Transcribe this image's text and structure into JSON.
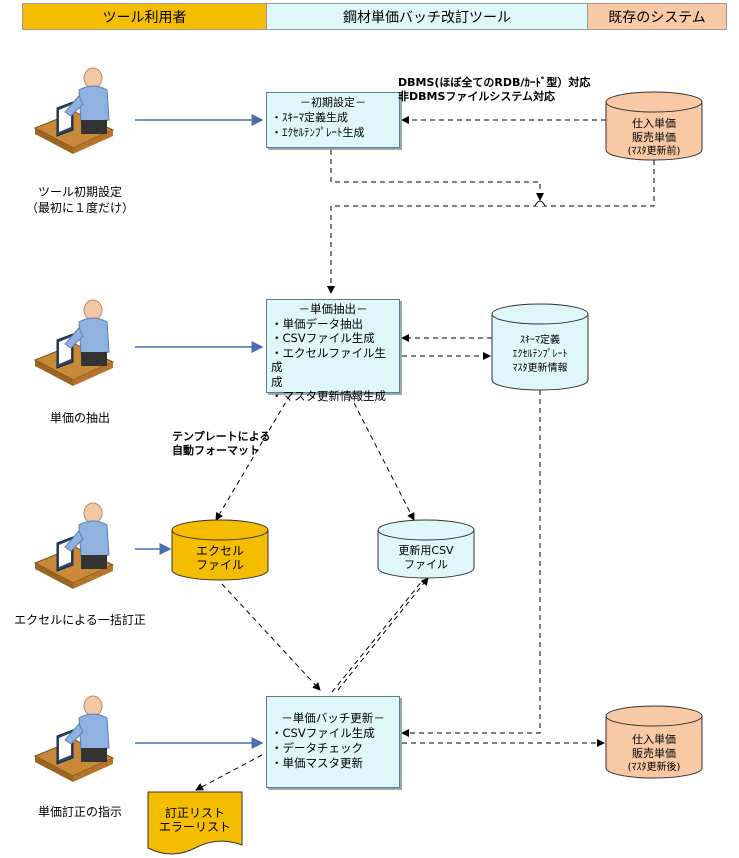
{
  "header": {
    "user": "ツール利用者",
    "tool": "鋼材単価バッチ改訂ツール",
    "system": "既存のシステム"
  },
  "actors": [
    {
      "label_lines": [
        "ツール初期設定",
        "（最初に１度だけ）"
      ]
    },
    {
      "label_lines": [
        "単価の抽出"
      ]
    },
    {
      "label_lines": [
        "エクセルによる一括訂正"
      ]
    },
    {
      "label_lines": [
        "単価訂正の指示"
      ]
    }
  ],
  "process_boxes": {
    "init": {
      "title": "－初期設定－",
      "items": [
        "・ｽｷｰﾏ定義生成",
        "・ｴｸｾﾙﾃﾝﾌﾟﾚｰﾄ生成"
      ]
    },
    "extract": {
      "title": "－単価抽出－",
      "items": [
        "・単価データ抽出",
        "・CSVファイル生成",
        "・エクセルファイル生成",
        "成",
        "・マスタ更新情報生成"
      ]
    },
    "batch": {
      "title": "－単価バッチ更新－",
      "items": [
        "・CSVファイル生成",
        "・データチェック",
        "・単価マスタ更新"
      ]
    }
  },
  "stores": {
    "source": {
      "lines": [
        "仕入単価",
        "販売単価",
        "(ﾏｽﾀ更新前)"
      ],
      "color": "#f8c9a4"
    },
    "schema": {
      "lines": [
        "ｽｷｰﾏ定義",
        "ｴｸｾﾙﾃﾝﾌﾟﾚｰﾄ",
        "ﾏｽﾀ更新情報"
      ],
      "color": "#dff7f9"
    },
    "excel": {
      "lines": [
        "エクセル",
        "ファイル"
      ],
      "color": "#f5bd00"
    },
    "csv": {
      "lines": [
        "更新用CSV",
        "ファイル"
      ],
      "color": "#dff7f9"
    },
    "target": {
      "lines": [
        "仕入単価",
        "販売単価",
        "(ﾏｽﾀ更新後)"
      ],
      "color": "#f8c9a4"
    }
  },
  "report": {
    "lines": [
      "訂正リスト",
      "エラーリスト"
    ],
    "color": "#f5bd00"
  },
  "notes": {
    "dbms": [
      "DBMS(ほぼ全てのRDB/ｶｰﾄﾞ型）対応",
      "非DBMSファイルシステム対応"
    ],
    "template": [
      "テンプレートによる",
      "自動フォーマット"
    ]
  }
}
